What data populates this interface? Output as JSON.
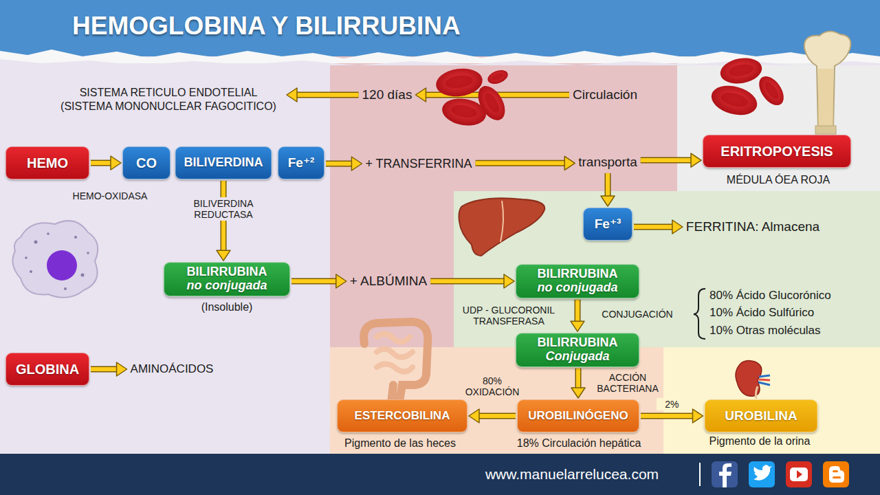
{
  "diagram": {
    "title": "HEMOGLOBINA Y BILIRRUBINA",
    "nodes": [
      {
        "text": [
          "SISTEMA RETICULO ENDOTELIAL (SISTEMA MONONUCLEAR FAGOCITICO)"
        ]
      },
      {
        "text": [
          "120 días"
        ]
      },
      {
        "text": [
          "Circulación"
        ]
      },
      {
        "text": [
          "HEMO"
        ]
      },
      {
        "text": [
          "CO"
        ]
      },
      {
        "text": [
          "BILIVERDINA"
        ]
      },
      {
        "text": [
          "Fe⁺²"
        ]
      },
      {
        "text": [
          "+ TRANSFERRINA"
        ]
      },
      {
        "text": [
          "transporta"
        ]
      },
      {
        "text": [
          "ERITROPOYESIS"
        ]
      },
      {
        "text": [
          "Fe⁺³"
        ]
      },
      {
        "text": [
          "FERRITINA: Almacena"
        ]
      },
      {
        "text": [
          "BILIRRUBINA",
          "no conjugada"
        ]
      },
      {
        "text": [
          "+ ALBÚMINA"
        ]
      },
      {
        "text": [
          "BILIRRUBINA",
          "no conjugada"
        ]
      },
      {
        "text": [
          "BILIRRUBINA",
          "Conjugada"
        ]
      },
      {
        "text": [
          "GLOBINA"
        ]
      },
      {
        "text": [
          "AMINOÁCIDOS"
        ]
      },
      {
        "text": [
          "ESTERCOBILINA"
        ]
      },
      {
        "text": [
          "UROBILINÓGENO"
        ]
      },
      {
        "text": [
          "UROBILINA"
        ]
      }
    ],
    "edges": [
      {
        "from": 2,
        "to": 1,
        "arrow": "to"
      },
      {
        "from": 1,
        "to": 0,
        "arrow": "to"
      },
      {
        "from": 3,
        "to": 4,
        "arrow": "to"
      },
      {
        "from": 6,
        "to": 7,
        "arrow": "to"
      },
      {
        "from": 7,
        "to": 8,
        "arrow": "to"
      },
      {
        "from": 8,
        "to": 9,
        "arrow": "to"
      },
      {
        "from": 8,
        "to": 10,
        "arrow": "to"
      },
      {
        "from": 10,
        "to": 11,
        "arrow": "to"
      },
      {
        "from": 5,
        "to": 12,
        "label": "BILIVERDINA REDUCTASA",
        "arrow": "to"
      },
      {
        "from": 12,
        "to": 13,
        "arrow": "to"
      },
      {
        "from": 13,
        "to": 14,
        "arrow": "to"
      },
      {
        "from": 14,
        "to": 15,
        "label": "UDP - GLUCORONIL TRANSFERASA",
        "arrow": "to"
      },
      {
        "from": 15,
        "to": 19,
        "label": "ACCIÓN BACTERIANA",
        "arrow": "to"
      },
      {
        "from": 19,
        "to": 18,
        "label": "80% OXIDACIÓN",
        "arrow": "to"
      },
      {
        "from": 19,
        "to": 20,
        "label": "2%",
        "arrow": "to"
      },
      {
        "from": 16,
        "to": 17,
        "arrow": "to"
      }
    ],
    "labels": [
      "HEMO-OXIDASA",
      "MÉDULA ÓEA ROJA",
      "(Insoluble)",
      "CONJUGACIÓN",
      "80% Ácido Glucorónico",
      "10% Ácido Sulfúrico",
      "10% Otras moléculas",
      "Pigmento de las heces",
      "18% Circulación hepática",
      "Pigmento de la orina",
      "www.manuelarrelucea.com"
    ]
  }
}
